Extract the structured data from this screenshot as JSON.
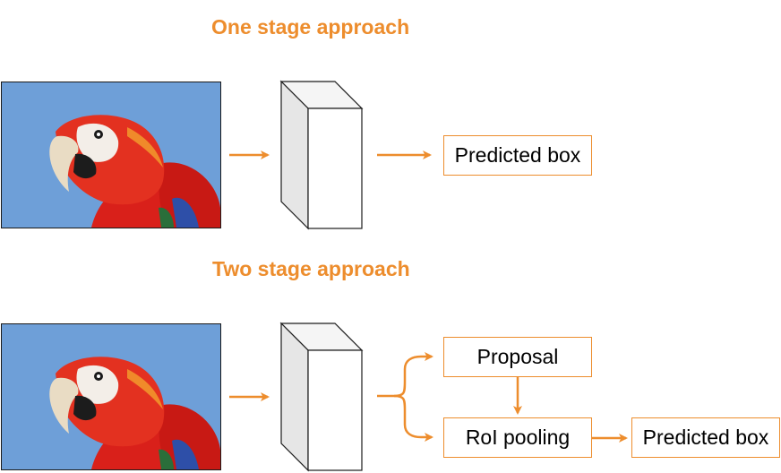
{
  "sections": {
    "one_stage": {
      "title": "One stage approach",
      "output_label": "Predicted box"
    },
    "two_stage": {
      "title": "Two stage approach",
      "proposal_label": "Proposal",
      "roi_label": "RoI pooling",
      "output_label": "Predicted box"
    }
  },
  "colors": {
    "accent": "#ED8D2D",
    "box_fill": "#EEEEEE",
    "sky": "#6E9FD8",
    "parrot_red": "#E0261A"
  },
  "icons": [
    "parrot-image",
    "cnn-block",
    "arrow",
    "branch-bracket"
  ]
}
